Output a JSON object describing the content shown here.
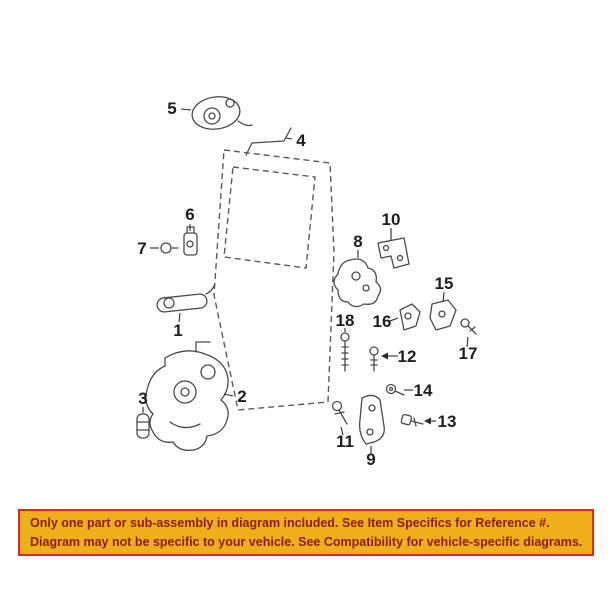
{
  "page": {
    "background_color": "#ffffff"
  },
  "diagram": {
    "description": "exploded-parts-line-drawing-of-rear-door-lock-and-hinge-assembly",
    "line_color": "#4a4a4a",
    "labels": {
      "1": "1",
      "2": "2",
      "3": "3",
      "4": "4",
      "5": "5",
      "6": "6",
      "7": "7",
      "8": "8",
      "9": "9",
      "10": "10",
      "11": "11",
      "12": "12",
      "13": "13",
      "14": "14",
      "15": "15",
      "16": "16",
      "17": "17",
      "18": "18"
    }
  },
  "banner": {
    "line1": "Only one part or sub-assembly in diagram included. See Item Specifics for Reference #.",
    "line2": "Diagram may not be specific to your vehicle. See Compatibility for vehicle-specific diagrams.",
    "background_color": "#efaf1b",
    "border_color": "#d92b21",
    "text_color": "#8c1b11"
  }
}
